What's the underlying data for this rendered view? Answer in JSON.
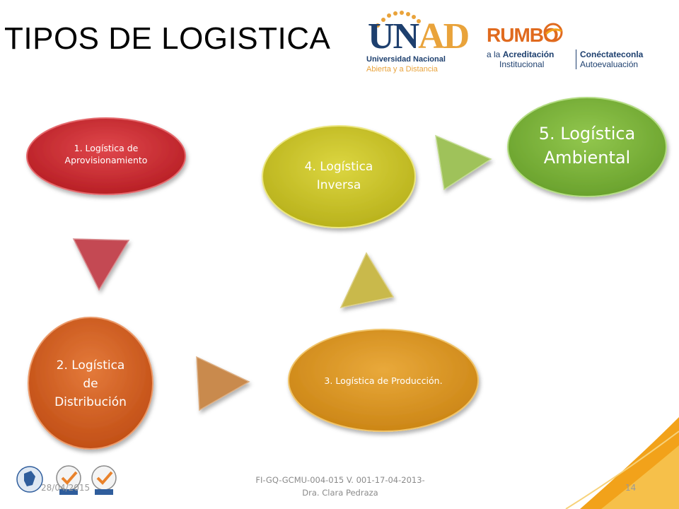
{
  "title": "TIPOS DE LOGISTICA",
  "logos": {
    "unad": {
      "word_un": "UN",
      "word_ad": "AD",
      "line1": "Universidad Nacional",
      "line2": "Abierta y a Distancia"
    },
    "rumbo": {
      "word": "RUMBO",
      "sub1_pre": "a la ",
      "sub1_bold": "Acreditación",
      "sub2": "Institucional",
      "sub3": "Conéctateconla",
      "sub4": "Autoevaluación"
    }
  },
  "diagram": {
    "nodes": [
      {
        "id": "n1",
        "label": [
          "1. Logística de",
          "Aprovisionamiento"
        ],
        "color": "#c0282d"
      },
      {
        "id": "n2",
        "label": [
          "2. Logística",
          "de",
          "Distribución"
        ],
        "color": "#c9571f"
      },
      {
        "id": "n3",
        "label": [
          "3. Logística de Producción."
        ],
        "color": "#d4931f"
      },
      {
        "id": "n4",
        "label": [
          "4. Logística",
          "Inversa"
        ],
        "color": "#c6c126"
      },
      {
        "id": "n5",
        "label": [
          "5. Logística",
          "Ambiental"
        ],
        "color": "#7cb33a"
      }
    ],
    "arrows": [
      {
        "from": "n1",
        "to": "n2",
        "color": "#c44a52"
      },
      {
        "from": "n2",
        "to": "n3",
        "color": "#c98a4e"
      },
      {
        "from": "n3",
        "to": "n4",
        "color": "#c9b94c"
      },
      {
        "from": "n4",
        "to": "n5",
        "color": "#9fc25a"
      }
    ]
  },
  "footer": {
    "date": "28/04/2015",
    "code_line1": "FI-GQ-GCMU-004-015  V. 001-17-04-2013-",
    "code_line2": "Dra. Clara Pedraza",
    "page": "14"
  },
  "colors": {
    "accent_orange": "#f2a21a",
    "unad_blue": "#1d3f6e",
    "unad_gold": "#e9a33b"
  }
}
